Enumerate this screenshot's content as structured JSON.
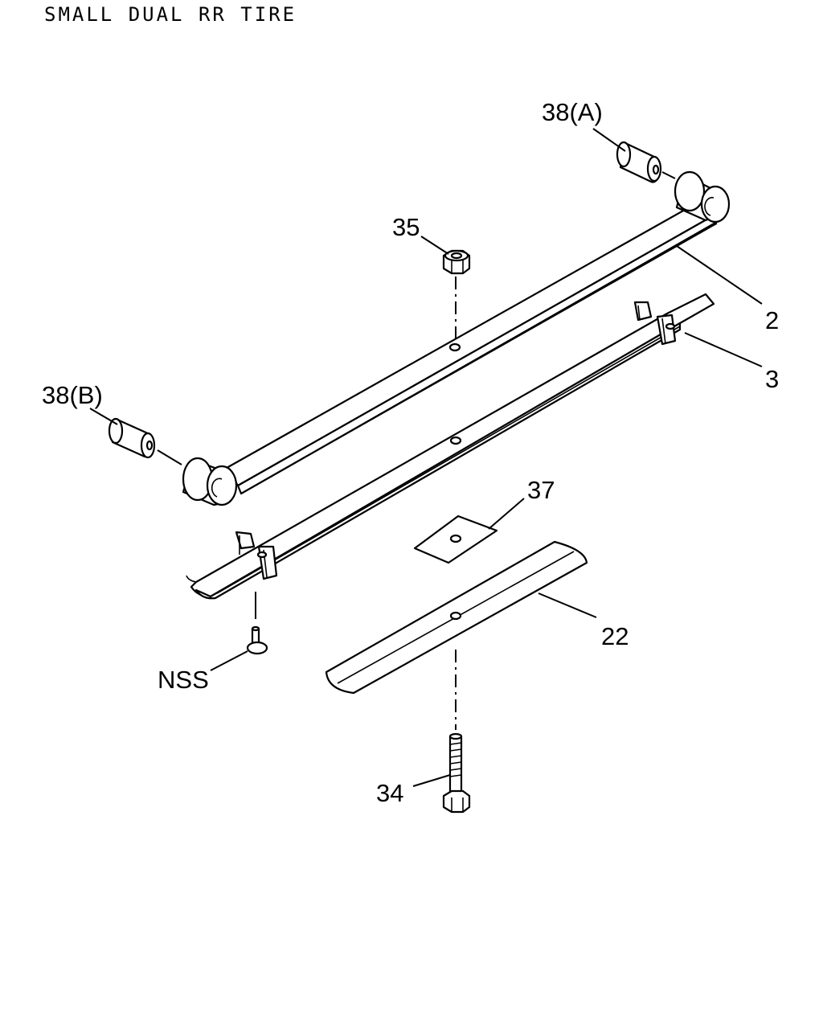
{
  "title": "SMALL DUAL RR TIRE",
  "callouts": {
    "c38a": "38(A)",
    "c35": "35",
    "c2": "2",
    "c3": "3",
    "c38b": "38(B)",
    "c37": "37",
    "c22": "22",
    "cnss": "NSS",
    "c34": "34"
  },
  "colors": {
    "line": "#000000",
    "background": "#ffffff"
  }
}
